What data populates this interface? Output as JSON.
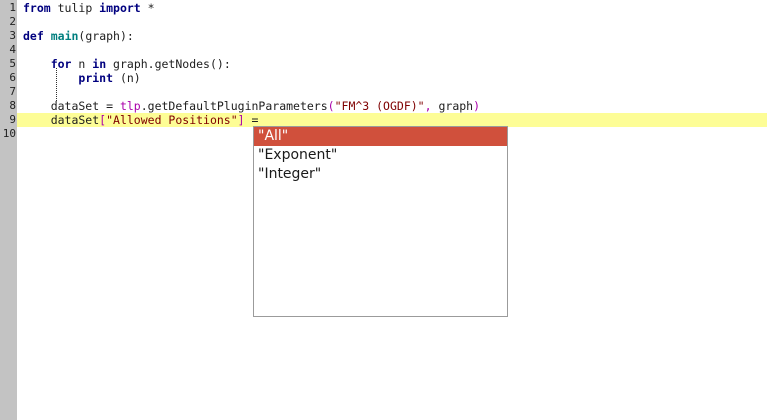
{
  "editor": {
    "language": "python",
    "gutter": {
      "line_numbers": [
        "1",
        "2",
        "3",
        "4",
        "5",
        "6",
        "7",
        "8",
        "9",
        "10"
      ],
      "background_color": "#c3c3c3"
    },
    "current_line_number": 9,
    "current_line_highlight_color": "#fdfd96",
    "lines": [
      {
        "number": "1",
        "tokens": [
          {
            "text": "from",
            "kind": "keyword"
          },
          {
            "text": " tulip ",
            "kind": "plain"
          },
          {
            "text": "import",
            "kind": "keyword"
          },
          {
            "text": " *",
            "kind": "plain"
          }
        ]
      },
      {
        "number": "2",
        "tokens": [
          {
            "text": "",
            "kind": "plain"
          }
        ]
      },
      {
        "number": "3",
        "tokens": [
          {
            "text": "def",
            "kind": "keyword"
          },
          {
            "text": " ",
            "kind": "plain"
          },
          {
            "text": "main",
            "kind": "function"
          },
          {
            "text": "(graph):",
            "kind": "plain"
          }
        ]
      },
      {
        "number": "4",
        "tokens": [
          {
            "text": "",
            "kind": "plain"
          }
        ]
      },
      {
        "number": "5",
        "tokens": [
          {
            "text": "    ",
            "kind": "plain"
          },
          {
            "text": "for",
            "kind": "keyword"
          },
          {
            "text": " n ",
            "kind": "plain"
          },
          {
            "text": "in",
            "kind": "keyword"
          },
          {
            "text": " graph.getNodes():",
            "kind": "plain"
          }
        ]
      },
      {
        "number": "6",
        "tokens": [
          {
            "text": "        ",
            "kind": "plain"
          },
          {
            "text": "print",
            "kind": "keyword"
          },
          {
            "text": " (n)",
            "kind": "plain"
          }
        ]
      },
      {
        "number": "7",
        "tokens": [
          {
            "text": "",
            "kind": "plain"
          }
        ]
      },
      {
        "number": "8",
        "tokens": [
          {
            "text": "    dataSet = ",
            "kind": "plain"
          },
          {
            "text": "tlp",
            "kind": "module"
          },
          {
            "text": ".getDefaultPluginParameters",
            "kind": "plain"
          },
          {
            "text": "(",
            "kind": "punct"
          },
          {
            "text": "\"FM^3 (OGDF)\"",
            "kind": "string"
          },
          {
            "text": ",",
            "kind": "punct"
          },
          {
            "text": " graph",
            "kind": "plain"
          },
          {
            "text": ")",
            "kind": "punct"
          }
        ]
      },
      {
        "number": "9",
        "current": true,
        "tokens": [
          {
            "text": "    dataSet",
            "kind": "plain"
          },
          {
            "text": "[",
            "kind": "punct"
          },
          {
            "text": "\"Allowed Positions\"",
            "kind": "string"
          },
          {
            "text": "]",
            "kind": "punct"
          },
          {
            "text": " = ",
            "kind": "plain"
          }
        ]
      },
      {
        "number": "10",
        "tokens": [
          {
            "text": "",
            "kind": "plain"
          }
        ]
      }
    ]
  },
  "autocomplete": {
    "visible": true,
    "selected_index": 0,
    "selection_color": "#d0503c",
    "border_color": "#9b9b9b",
    "items": [
      {
        "label": "\"All\""
      },
      {
        "label": "\"Exponent\""
      },
      {
        "label": "\"Integer\""
      }
    ]
  }
}
